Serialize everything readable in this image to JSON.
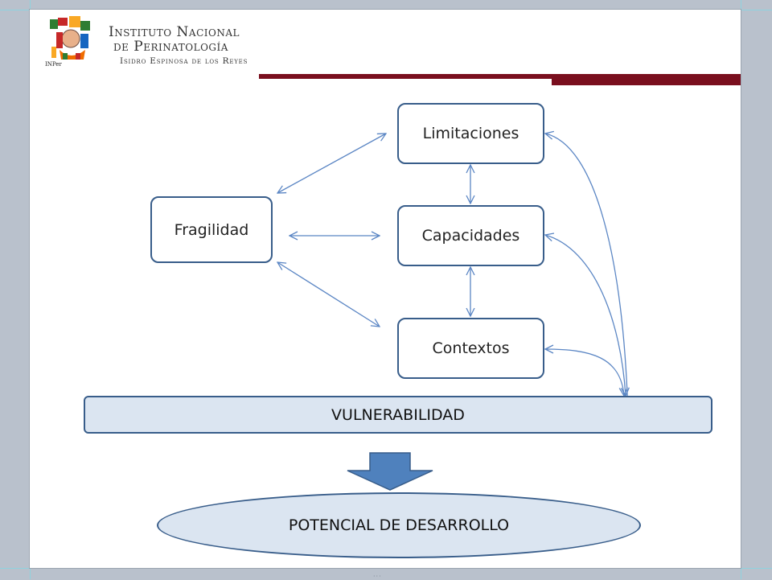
{
  "header": {
    "institution_line1": "Instituto Nacional",
    "institution_line2": "de Perinatología",
    "institution_line3": "Isidro Espinosa de los Reyes",
    "logo_tag": "INPer"
  },
  "diagram": {
    "fragilidad": "Fragilidad",
    "limitaciones": "Limitaciones",
    "capacidades": "Capacidades",
    "contextos": "Contextos",
    "vulnerabilidad": "VULNERABILIDAD",
    "potencial": "POTENCIAL DE DESARROLLO"
  },
  "colors": {
    "node_border": "#385d8a",
    "node_fill_light": "#dbe5f1",
    "arrow": "#5b86c4",
    "down_arrow_fill": "#4f81bd",
    "brand_bar": "#7a0f1e"
  },
  "footer": {
    "dots": "···"
  }
}
